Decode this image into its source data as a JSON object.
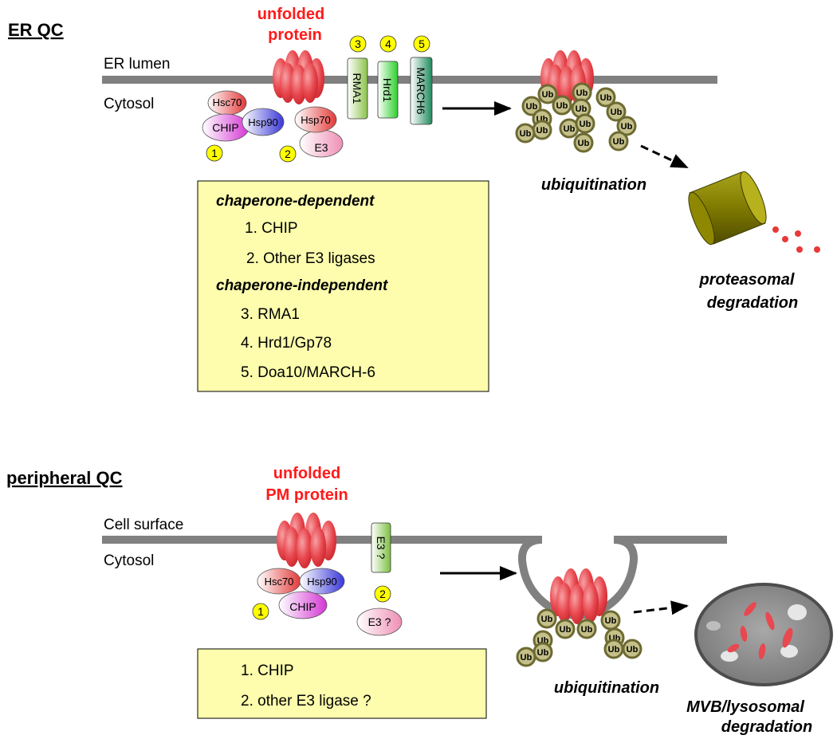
{
  "er_qc": {
    "section_title": "ER QC",
    "unfolded_line1": "unfolded",
    "unfolded_line2": "protein",
    "er_lumen_label": "ER lumen",
    "cytosol_label": "Cytosol",
    "chaperones": {
      "hsc70": "Hsc70",
      "hsp90": "Hsp90",
      "chip": "CHIP",
      "hsp70": "Hsp70",
      "e3": "E3"
    },
    "numbers": {
      "n1": "1",
      "n2": "2",
      "n3": "3",
      "n4": "4",
      "n5": "5"
    },
    "membrane_ligases": {
      "rma1": "RMA1",
      "hrd1": "Hrd1",
      "march6": "MARCH6"
    },
    "ub_label": "Ub",
    "ubiquitination_label": "ubiquitination",
    "degradation_line1": "proteasomal",
    "degradation_line2": "degradation",
    "box": {
      "heading_dependent": "chaperone-dependent",
      "item1": "1. CHIP",
      "item2": "2. Other E3 ligases",
      "heading_independent": "chaperone-independent",
      "item3": "3. RMA1",
      "item4": "4. Hrd1/Gp78",
      "item5": "5. Doa10/MARCH-6"
    }
  },
  "peripheral_qc": {
    "section_title": "peripheral QC",
    "unfolded_line1": "unfolded",
    "unfolded_line2": "PM protein",
    "cell_surface_label": "Cell surface",
    "cytosol_label": "Cytosol",
    "chaperones": {
      "hsc70": "Hsc70",
      "hsp90": "Hsp90",
      "chip": "CHIP",
      "e3_unknown": "E3 ?"
    },
    "membrane_e3": "E3 ?",
    "numbers": {
      "n1": "1",
      "n2": "2"
    },
    "ub_label": "Ub",
    "ubiquitination_label": "ubiquitination",
    "degradation_line1": "MVB/lysosomal",
    "degradation_line2": "degradation",
    "box": {
      "item1": "1. CHIP",
      "item2": "2. other E3 ligase ?"
    }
  },
  "colors": {
    "membrane": "#808080",
    "protein": "#e8484f",
    "box_fill": "#fdfdad",
    "number_badge": "#ffff00",
    "title_red": "#ff1a1a",
    "ub_fill": "#c5c08a",
    "ub_stroke": "#6d6a32",
    "proteasome": "#7f7a00",
    "peptide_dots": "#e83838"
  }
}
